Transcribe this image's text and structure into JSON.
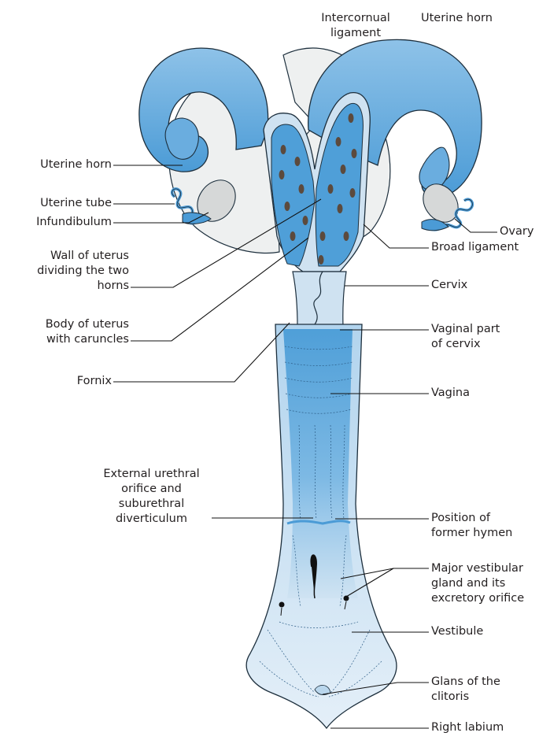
{
  "colors": {
    "tissue_light": "#c9e0f0",
    "tissue_pale": "#e6f0f8",
    "tissue_blue": "#5ea8dc",
    "tissue_mid": "#79b6e2",
    "caruncle": "#5c4a3d",
    "outline": "#1d2f3d",
    "leader": "#111111",
    "ligament": "#eef0f0"
  },
  "labels": {
    "intercornual_ligament": "Intercornual\nligament",
    "uterine_horn_top": "Uterine horn",
    "uterine_horn_left": "Uterine horn",
    "uterine_tube": "Uterine tube",
    "infundibulum": "Infundibulum",
    "wall_of_uterus": "Wall of uterus\ndividing the two\nhorns",
    "body_of_uterus": "Body of uterus\nwith caruncles",
    "fornix": "Fornix",
    "ovary": "Ovary",
    "broad_ligament": "Broad ligament",
    "cervix": "Cervix",
    "vaginal_part_of_cervix": "Vaginal part\nof cervix",
    "vagina": "Vagina",
    "external_urethral_orifice": "External urethral\norifice and\nsuburethral\ndiverticulum",
    "position_of_former_hymen": "Position of\nformer hymen",
    "major_vestibular_gland": "Major vestibular\ngland and its\nexcretory orifice",
    "vestibule": "Vestibule",
    "glans_of_clitoris": "Glans of the\nclitoris",
    "right_labium": "Right labium"
  }
}
